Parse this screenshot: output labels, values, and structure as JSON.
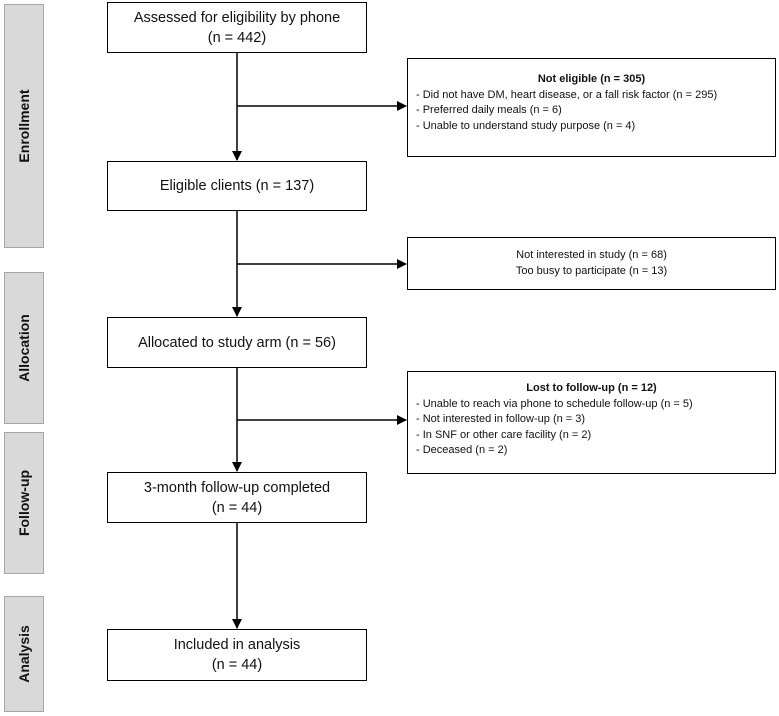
{
  "phases": [
    "Enrollment",
    "Allocation",
    "Follow-up",
    "Analysis"
  ],
  "main_boxes": [
    {
      "line1": "Assessed for eligibility by phone",
      "line2": "(n = 442)"
    },
    {
      "line1": "Eligible clients (n = 137)",
      "line2": ""
    },
    {
      "line1": "Allocated to study arm (n = 56)",
      "line2": ""
    },
    {
      "line1": "3-month follow-up completed",
      "line2": "(n = 44)"
    },
    {
      "line1": "Included in analysis",
      "line2": "(n = 44)"
    }
  ],
  "side_boxes": {
    "not_eligible": {
      "title": "Not eligible (n = 305)",
      "items": [
        "- Did not have DM, heart disease, or a fall risk factor (n = 295)",
        "- Preferred daily meals (n = 6)",
        "- Unable to understand study purpose (n = 4)"
      ]
    },
    "declined": {
      "items": [
        "Not interested in study (n = 68)",
        "Too busy to participate (n = 13)"
      ]
    },
    "lost": {
      "title": "Lost to follow-up (n = 12)",
      "items": [
        "- Unable to reach via phone to schedule follow-up (n = 5)",
        "- Not interested in follow-up (n = 3)",
        "- In SNF or other care facility (n = 2)",
        "- Deceased (n = 2)"
      ]
    }
  }
}
